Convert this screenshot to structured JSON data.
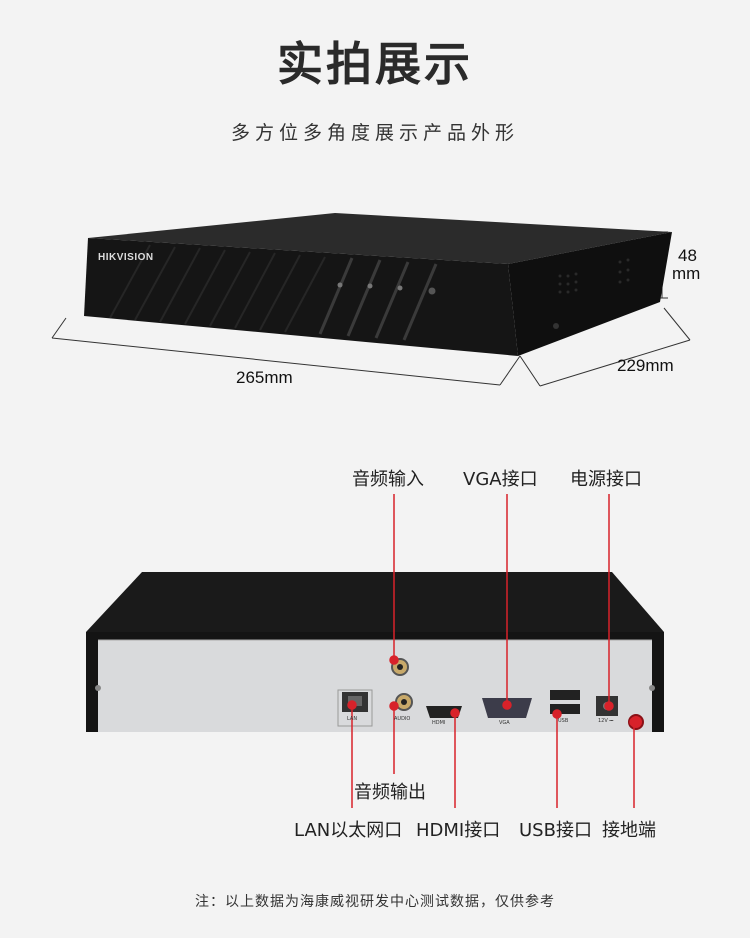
{
  "header": {
    "title": "实拍展示",
    "subtitle": "多方位多角度展示产品外形"
  },
  "device": {
    "brand": "HIKVISION"
  },
  "dimensions": {
    "width": "265mm",
    "depth": "229mm",
    "height_value": "48",
    "height_unit": "mm"
  },
  "ports": {
    "audio_in": "音频输入",
    "vga": "VGA接口",
    "power": "电源接口",
    "audio_out": "音频输出",
    "lan": "LAN以太网口",
    "hdmi": "HDMI接口",
    "usb": "USB接口",
    "ground": "接地端"
  },
  "panel_labels": {
    "lan": "LAN",
    "audio": "AUDIO",
    "hdmi": "HDMI",
    "vga": "VGA",
    "usb": "USB",
    "power": "12V ⎓"
  },
  "footer": {
    "note": "注：以上数据为海康威视研发中心测试数据，仅供参考"
  },
  "colors": {
    "callout_red": "#d8222a",
    "device_black": "#151515",
    "panel_silver": "#d9dadc"
  }
}
